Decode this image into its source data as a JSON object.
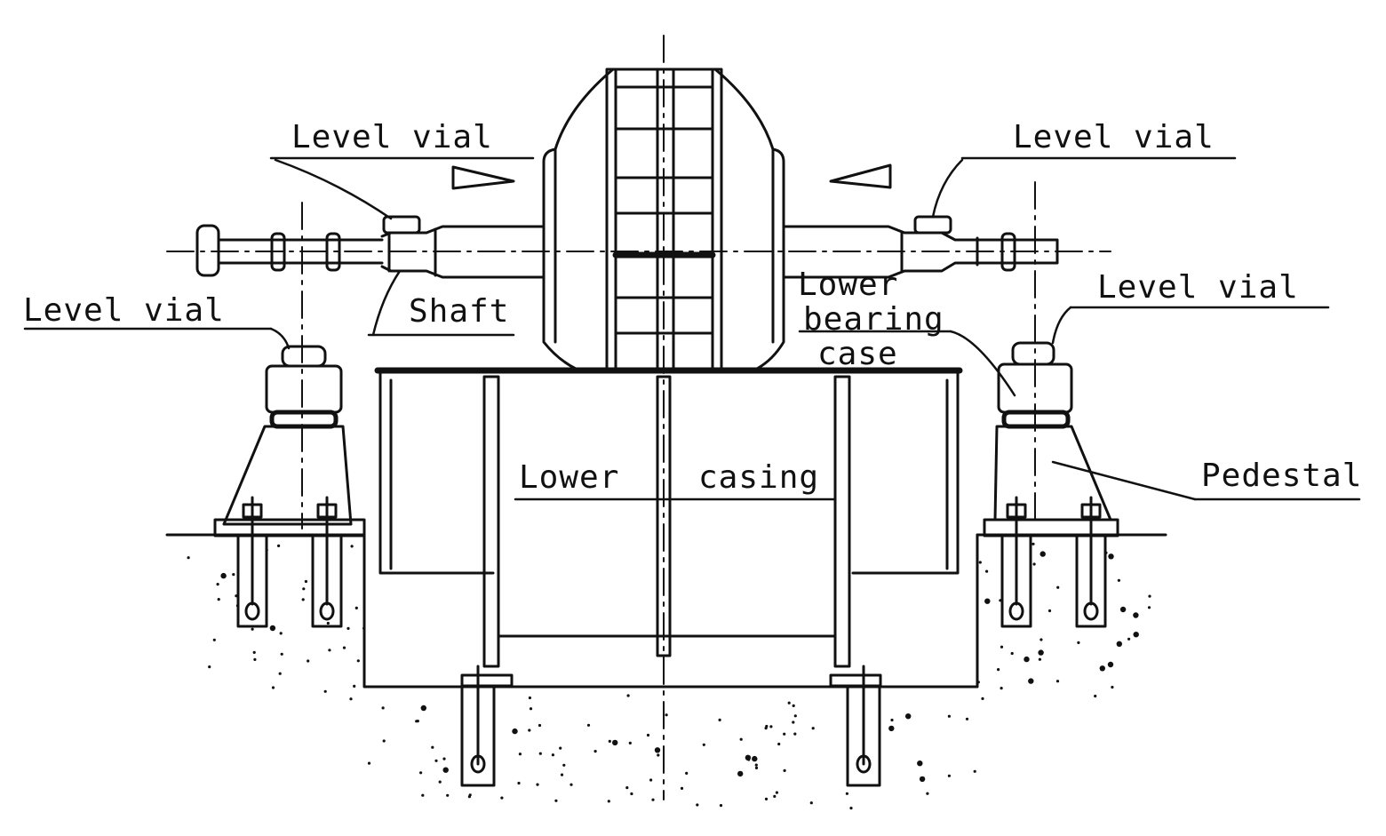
{
  "labels": {
    "level_vial_top_left": "Level vial",
    "level_vial_top_right": "Level vial",
    "level_vial_left": "Level vial",
    "level_vial_right": "Level vial",
    "shaft": "Shaft",
    "lower_bearing_case_1": "Lower",
    "lower_bearing_case_2": "bearing",
    "lower_bearing_case_3": "case",
    "lower_casing_1": "Lower",
    "lower_casing_2": "casing",
    "pedestal": "Pedestal"
  },
  "colors": {
    "ink": "#111111",
    "paper": "#ffffff"
  }
}
